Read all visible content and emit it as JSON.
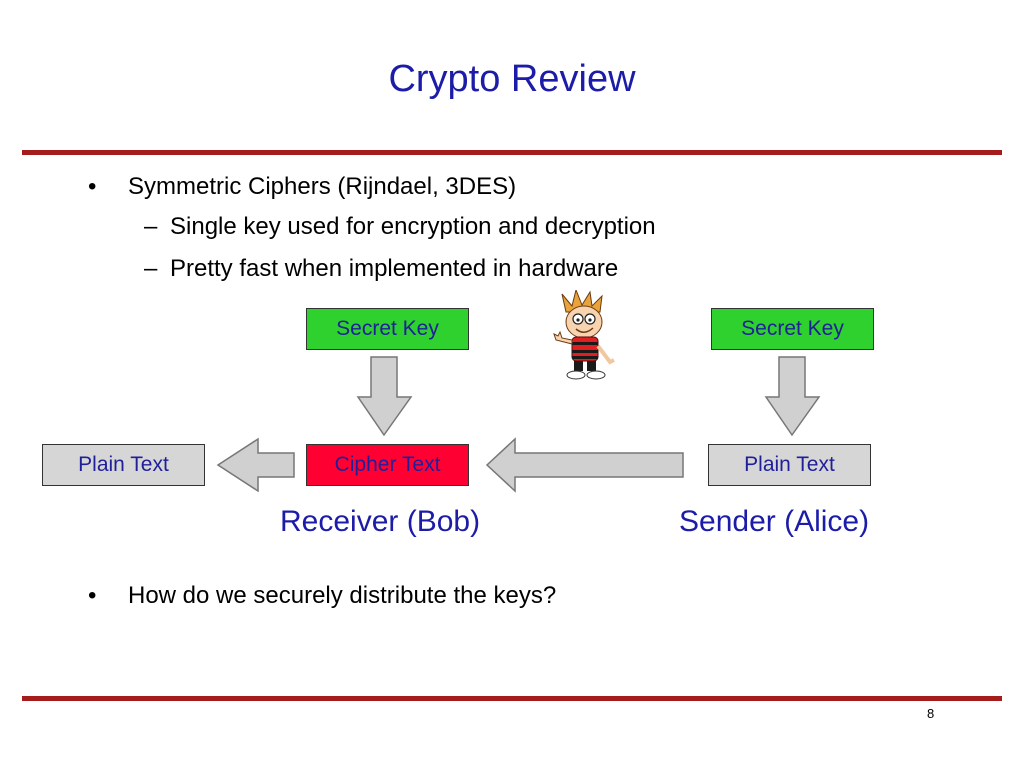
{
  "title": "Crypto Review",
  "bullets": [
    {
      "text": "Symmetric Ciphers (Rijndael, 3DES)"
    },
    {
      "text": "How do we securely distribute the keys?"
    }
  ],
  "sub_bullets": [
    {
      "text": "Single key used for encryption and decryption"
    },
    {
      "text": "Pretty fast when implemented in hardware"
    }
  ],
  "bullet_marker": "•",
  "sub_marker": "–",
  "diagram": {
    "receiver_key": "Secret Key",
    "sender_key": "Secret Key",
    "receiver_plain": "Plain Text",
    "cipher": "Cipher Text",
    "sender_plain": "Plain Text",
    "receiver_label": "Receiver (Bob)",
    "sender_label": "Sender (Alice)"
  },
  "colors": {
    "title": "#1c1ca8",
    "rule": "#a51c1c",
    "key_box": "#2ed12e",
    "plain_box": "#d6d6d6",
    "cipher_box": "#ff0033",
    "arrow": "#d0d0d0"
  },
  "icons": {
    "cartoon": "cartoon-boy-icon"
  },
  "page_number": "8"
}
